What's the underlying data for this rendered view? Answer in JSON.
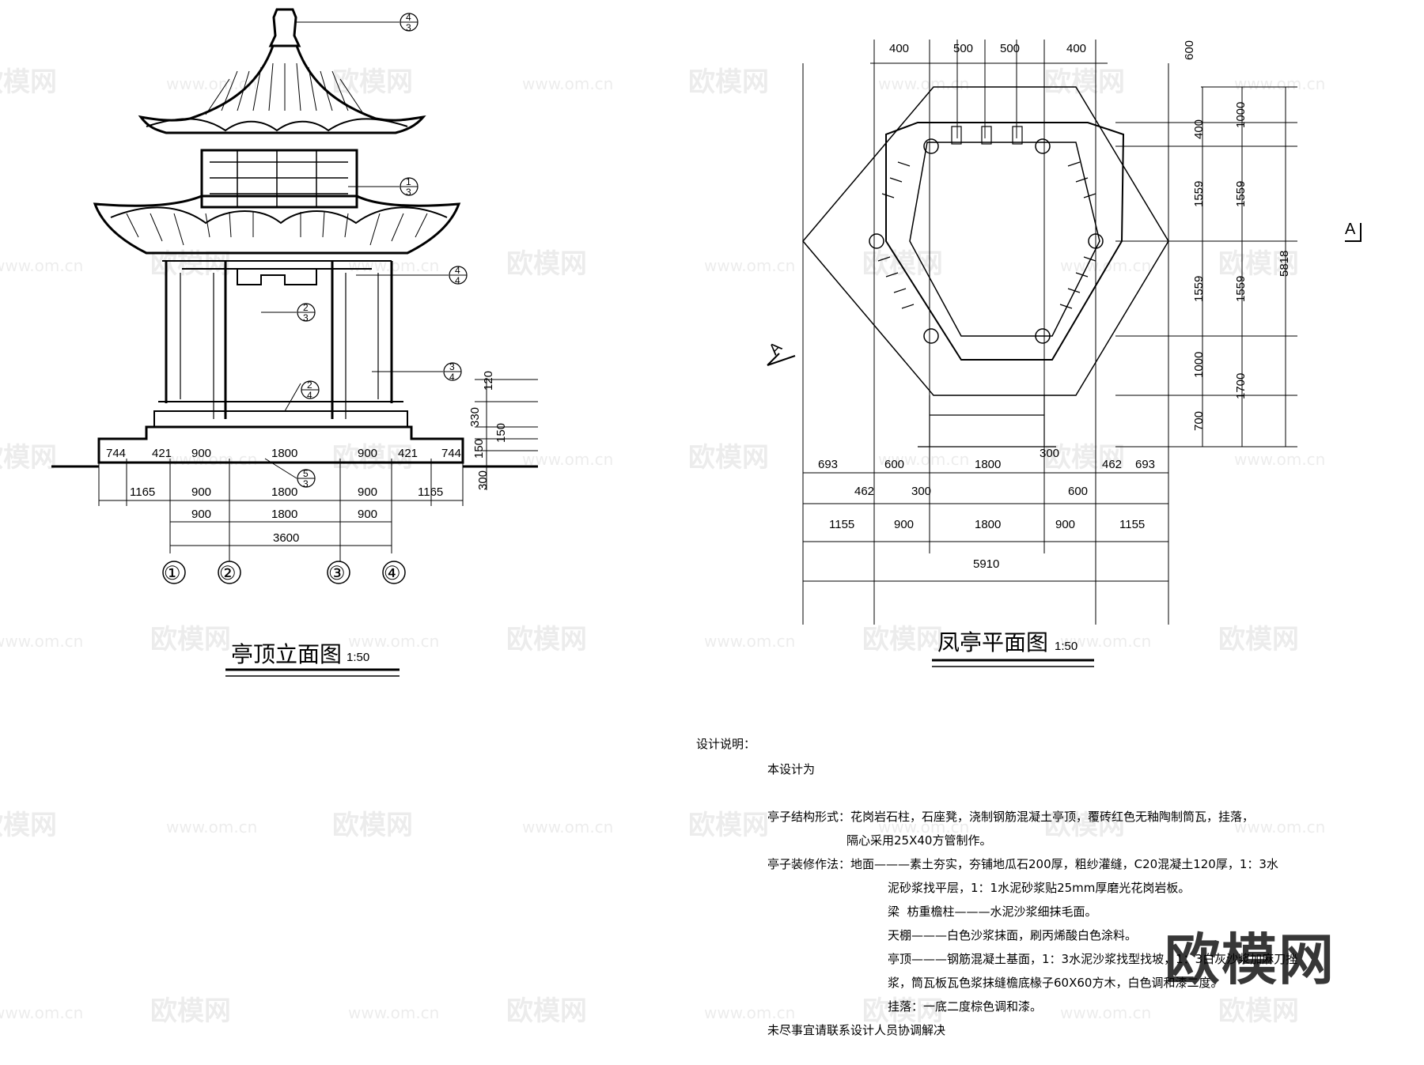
{
  "elevation": {
    "title": "亭顶立面图",
    "scale": "1:50",
    "axis_labels": [
      "①",
      "②",
      "③",
      "④"
    ],
    "dims_row1": [
      "744",
      "421",
      "900",
      "1800",
      "900",
      "421",
      "744"
    ],
    "dims_row2": [
      "1165",
      "900",
      "1800",
      "900",
      "1165"
    ],
    "dims_row3": [
      "900",
      "1800",
      "900"
    ],
    "dims_total": "3600",
    "dims_vertical": [
      "120",
      "330",
      "150",
      "150",
      "300"
    ],
    "refs": [
      {
        "num": "4",
        "den": "3"
      },
      {
        "num": "1",
        "den": "3"
      },
      {
        "num": "4",
        "den": "4"
      },
      {
        "num": "2",
        "den": "3"
      },
      {
        "num": "3",
        "den": "4"
      },
      {
        "num": "2",
        "den": "4"
      },
      {
        "num": "5",
        "den": "3"
      }
    ]
  },
  "plan": {
    "title": "凤亭平面图",
    "scale": "1:50",
    "section_mark": "A",
    "dims_top": [
      "400",
      "500",
      "500",
      "400"
    ],
    "dim_top_right": "600",
    "dims_left_vertical": [
      "400",
      "1559",
      "1559",
      "1000",
      "700"
    ],
    "dims_right_vertical": [
      "1000",
      "1559",
      "1559",
      "1700"
    ],
    "dim_total_vertical": "5818",
    "dims_row1": [
      "693",
      "600",
      "1800",
      "300",
      "462",
      "693"
    ],
    "dims_row1b": [
      "462",
      "300",
      "600"
    ],
    "dims_row2": [
      "1155",
      "900",
      "1800",
      "900",
      "1155"
    ],
    "dims_total": "5910"
  },
  "notes": {
    "heading": "设计说明：",
    "lines": [
      "本设计为",
      "亭子结构形式：花岗岩石柱，石座凳，浇制钢筋混凝土亭顶，覆砖红色无釉陶制筒瓦，挂落，",
      "隔心采用25X40方管制作。",
      "亭子装修作法：地面———素土夯实，夯铺地瓜石200厚，粗纱灌缝，C20混凝土120厚，1：3水",
      "泥砂浆找平层，1：1水泥砂浆贴25mm厚磨光花岗岩板。",
      "梁  枋重檐柱———水泥沙浆细抹毛面。",
      "天棚———白色沙浆抹面，刷丙烯酸白色涂料。",
      "亭顶———钢筋混凝土基面，1：3水泥沙浆找型找坡，1：3白灰沙浆加麻刀挫",
      "浆，筒瓦板瓦色浆抹缝檐底椽子60X60方木，白色调和漆二度。",
      "挂落：一底二度棕色调和漆。",
      "未尽事宜请联系设计人员协调解决"
    ]
  },
  "watermarks": {
    "logo_text": "欧模网",
    "url_text": "www.om.cn"
  }
}
